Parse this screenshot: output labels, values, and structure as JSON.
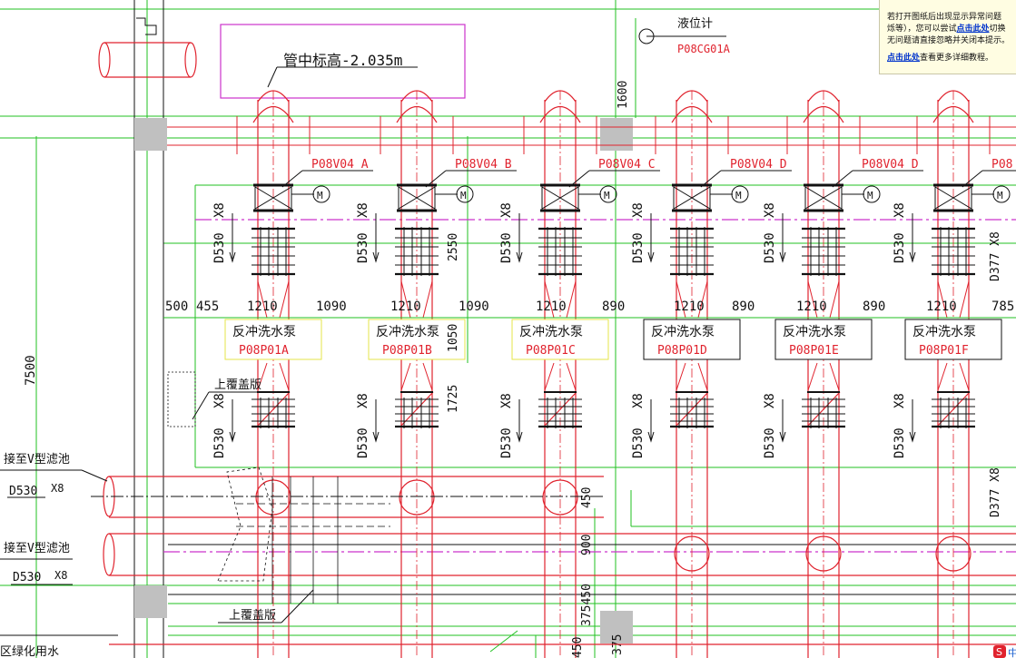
{
  "drawing": {
    "level_gauge_label": "液位计",
    "level_gauge_tag": "P08CG01A",
    "pipe_center_elevation": "管中标高-2.035m",
    "valve_tags": [
      "P08V04 A",
      "P08V04 B",
      "P08V04 C",
      "P08V04 D",
      "P08V04 D",
      "P08"
    ],
    "motor_symbol": "M",
    "pipe_size_x8": "X8",
    "pipe_size_d530": "D530",
    "pump_name": "反冲洗水泵",
    "pump_tags": [
      "P08P01A",
      "P08P01B",
      "P08P01C",
      "P08P01D",
      "P08P01E",
      "P08P01F"
    ],
    "cover_plate_label": "上覆盖版",
    "dimensions_row": [
      "500",
      "455",
      "1210",
      "1090",
      "1210",
      "1090",
      "1210",
      "890",
      "1210",
      "890",
      "1210",
      "890",
      "1210",
      "785"
    ],
    "dim_7500": "7500",
    "dim_1600": "1600",
    "dim_2550": "2550",
    "dim_1050": "1050",
    "dim_1725": "1725",
    "dim_450": "450",
    "dim_900": "900",
    "dim_375450": "375450",
    "dim_375": "375",
    "dim_450b": "450",
    "d377_x8": "D377 X8",
    "left_labels": {
      "to_v_filter_1": "接至V型滤池",
      "d530_x8_1": "D530",
      "x8_1": "X8",
      "to_v_filter_2": "接至V型滤池",
      "d530_x8_2": "D530",
      "x8_2": "X8",
      "greening_water": "区绿化用水"
    }
  },
  "notice": {
    "line1": "若打开图纸后出现显示异常问题",
    "line2_pre": "烁等），您可以尝试",
    "line2_link": "点击此处",
    "line2_post": "切换",
    "line3": "无问题请直接忽略并关闭本提示。",
    "link2": "点击此处",
    "link2_post": "查看更多详细教程。"
  },
  "colors": {
    "pipe": "#e0232e",
    "green": "#22c222",
    "magenta": "#cc33cc",
    "dark": "#111111",
    "gray_block": "#c0c0c0",
    "pump_box_yellow": "#e6e64a"
  }
}
